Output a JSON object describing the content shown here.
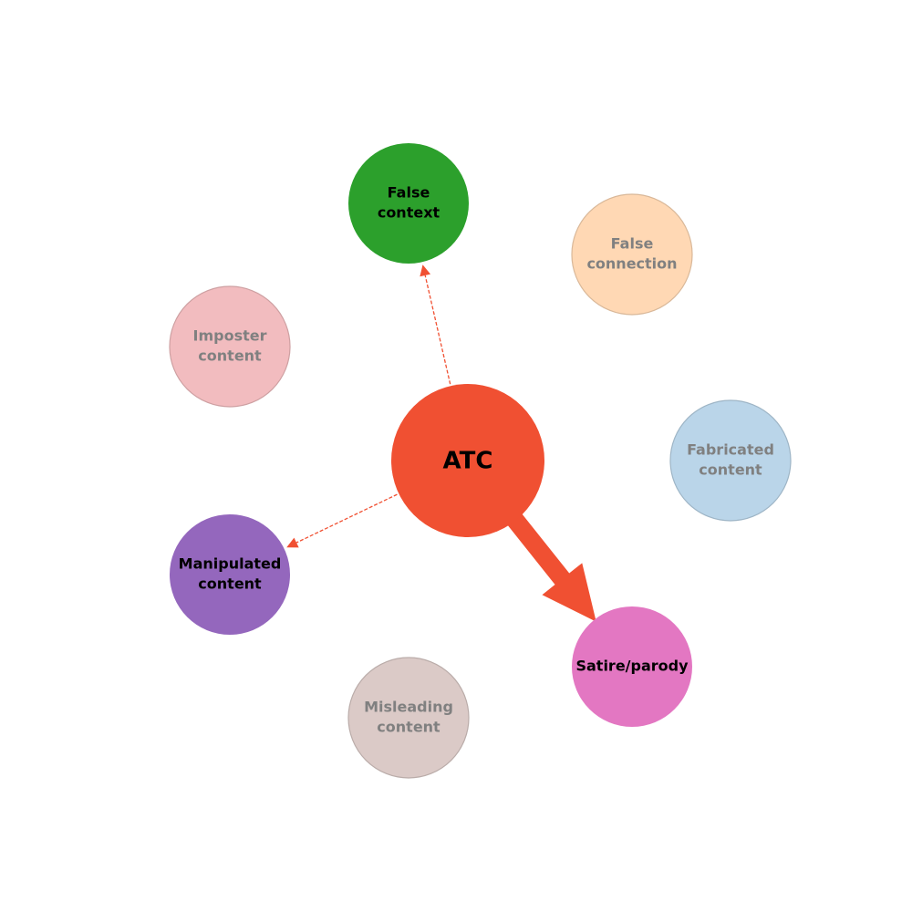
{
  "hub": {
    "label": "ATC",
    "color": "#f05032"
  },
  "nodes": [
    {
      "id": "false-context",
      "lines": [
        "False",
        "context"
      ],
      "color": "#2ca02c",
      "active": true
    },
    {
      "id": "false-connection",
      "lines": [
        "False",
        "connection"
      ],
      "color": "#ffd8b4",
      "active": false
    },
    {
      "id": "fabricated-content",
      "lines": [
        "Fabricated",
        "content"
      ],
      "color": "#bad5e9",
      "active": false
    },
    {
      "id": "satire-parody",
      "lines": [
        "Satire/parody"
      ],
      "color": "#e377c2",
      "active": true
    },
    {
      "id": "misleading-content",
      "lines": [
        "Misleading",
        "content"
      ],
      "color": "#dbcac7",
      "active": false
    },
    {
      "id": "manipulated-content",
      "lines": [
        "Manipulated",
        "content"
      ],
      "color": "#9467bd",
      "active": true
    },
    {
      "id": "imposter-content",
      "lines": [
        "Imposter",
        "content"
      ],
      "color": "#f2bcbf",
      "active": false
    }
  ],
  "edges": [
    {
      "from": "hub",
      "to": "false-context",
      "style": "dashed"
    },
    {
      "from": "hub",
      "to": "manipulated-content",
      "style": "dashed"
    },
    {
      "from": "hub",
      "to": "satire-parody",
      "style": "thick"
    }
  ],
  "colors": {
    "edge": "#f05032",
    "active_text": "#000000",
    "inactive_text": "#808080"
  }
}
